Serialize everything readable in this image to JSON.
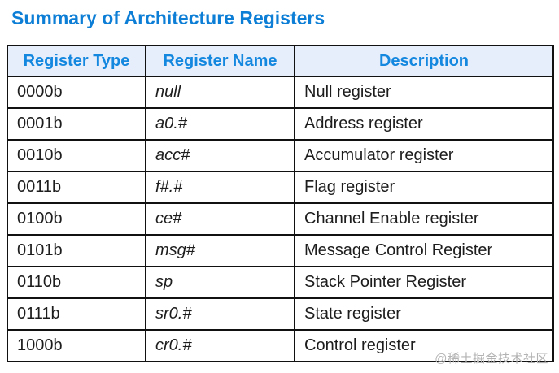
{
  "page": {
    "title": "Summary of Architecture Registers",
    "watermark": "@稀土掘金技术社区"
  },
  "table": {
    "columns": [
      "Register Type",
      "Register Name",
      "Description"
    ],
    "rows": [
      {
        "type": "0000b",
        "name": "null",
        "description": "Null register"
      },
      {
        "type": "0001b",
        "name": "a0.#",
        "description": "Address register"
      },
      {
        "type": "0010b",
        "name": "acc#",
        "description": "Accumulator register"
      },
      {
        "type": "0011b",
        "name": "f#.#",
        "description": "Flag register"
      },
      {
        "type": "0100b",
        "name": "ce#",
        "description": "Channel Enable register"
      },
      {
        "type": "0101b",
        "name": "msg#",
        "description": "Message Control Register"
      },
      {
        "type": "0110b",
        "name": "sp",
        "description": "Stack Pointer Register"
      },
      {
        "type": "0111b",
        "name": "sr0.#",
        "description": "State register"
      },
      {
        "type": "1000b",
        "name": "cr0.#",
        "description": "Control register"
      }
    ]
  },
  "colors": {
    "title_blue": "#0d7ed6",
    "header_text_blue": "#1487df",
    "header_bg": "#e7eefb",
    "border": "#111111",
    "body_text": "#1d1d1d",
    "watermark_gray": "#b3b3b3"
  }
}
